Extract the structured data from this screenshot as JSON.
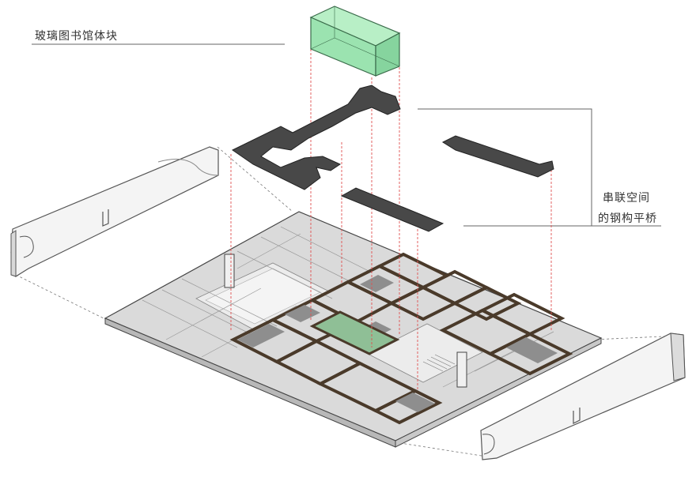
{
  "labels": {
    "glass_library": "玻璃图书馆体块",
    "bridge_line1": "串联空间",
    "bridge_line2": "的钢构平桥"
  },
  "colors": {
    "glass_volume_fill": "#9be3b0",
    "glass_volume_stroke": "#3a6b4a",
    "steel_bridge": "#4a4a4a",
    "base_plate": "#d9d9d9",
    "wall_panel": "#f2f2f2",
    "structure_frame": "#4a3a2a",
    "projection_line": "#e05050"
  }
}
